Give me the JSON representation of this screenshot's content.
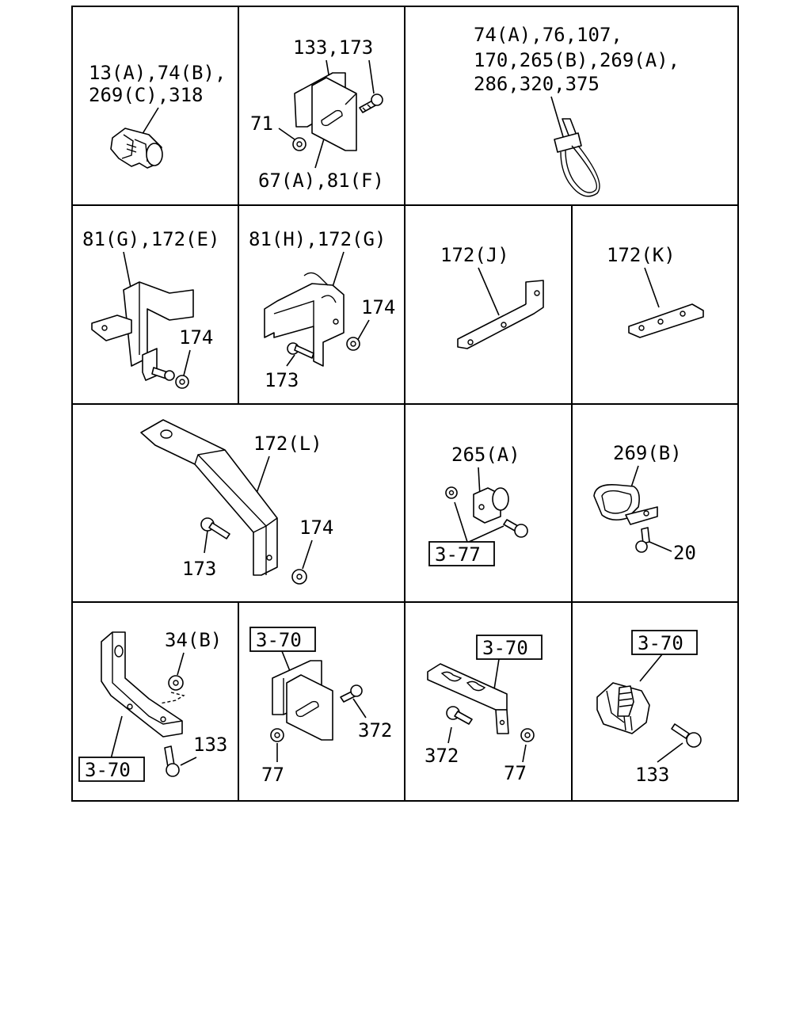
{
  "cells": {
    "c1": [
      "13(A),74(B),",
      "269(C),318"
    ],
    "c2": {
      "top": "133,173",
      "left": "71",
      "bottom": "67(A),81(F)"
    },
    "c3": [
      "74(A),76,107,",
      "170,265(B),269(A),",
      "286,320,375"
    ],
    "c4": {
      "title": "81(G),172(E)",
      "nut": "174"
    },
    "c5": {
      "title": "81(H),172(G)",
      "nut": "174",
      "bolt": "173"
    },
    "c6": {
      "title": "172(J)"
    },
    "c7": {
      "title": "172(K)"
    },
    "c8": {
      "title": "172(L)",
      "nut": "174",
      "bolt": "173"
    },
    "c9": {
      "title": "265(A)",
      "ref": "3-77"
    },
    "c10": {
      "title": "269(B)",
      "bolt": "20"
    },
    "c11": {
      "nut": "34(B)",
      "ref": "3-70",
      "bolt": "133"
    },
    "c12": {
      "ref": "3-70",
      "bolt": "372",
      "nut": "77"
    },
    "c13": {
      "ref": "3-70",
      "bolt": "372",
      "nut": "77"
    },
    "c14": {
      "ref": "3-70",
      "bolt": "133"
    }
  }
}
